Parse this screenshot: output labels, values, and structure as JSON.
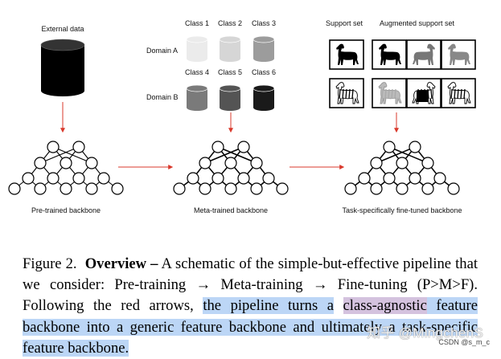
{
  "figure": {
    "labels": {
      "external_data": "External data",
      "domain_a": "Domain A",
      "domain_b": "Domain B",
      "support_set": "Support set",
      "augmented_support_set": "Augmented support set",
      "pretrained": "Pre-trained backbone",
      "metatrained": "Meta-trained backbone",
      "finetuned": "Task-specifically fine-tuned backbone"
    },
    "classes": [
      "Class 1",
      "Class 2",
      "Class 3",
      "Class 4",
      "Class 5",
      "Class 6"
    ],
    "class_colors": [
      "#ebebeb",
      "#d6d6d6",
      "#9c9c9c",
      "#7a7a7a",
      "#545454",
      "#1a1a1a"
    ],
    "arrow_color": "#d9382b",
    "support_images": [
      "horse-icon",
      "horse-icon",
      "horse-icon",
      "horse-icon",
      "zebra-icon",
      "zebra-icon",
      "zebra-icon",
      "zebra-icon"
    ]
  },
  "caption": {
    "figure_label": "Figure 2.",
    "title": "Overview –",
    "text_1": " A schematic of the simple-but-effective pipeline that we consider: Pre-training → Meta-training → Fine-tuning (P>M>F). Following the red arrows, ",
    "hl_1": "the pipeline turns a",
    "hl_2": "class-agnostic",
    "hl_3": " feature backbone into a generic feature backbone and ultimately a task-specific feature backbone."
  },
  "watermark": {
    "text": "知乎 @MingchenS",
    "source": "CSDN @s_m_c"
  }
}
